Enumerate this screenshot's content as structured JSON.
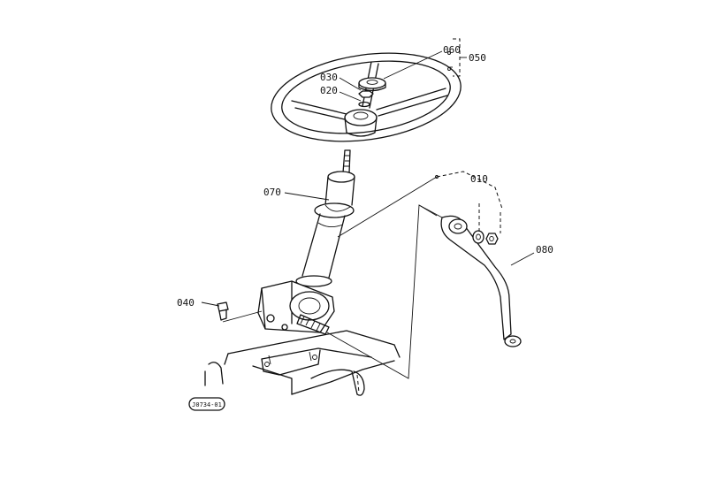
{
  "parts": [
    {
      "id": "p060",
      "label": "060"
    },
    {
      "id": "p050",
      "label": "050"
    },
    {
      "id": "p030",
      "label": "030"
    },
    {
      "id": "p020",
      "label": "020"
    },
    {
      "id": "p070",
      "label": "070"
    },
    {
      "id": "p010",
      "label": "010"
    },
    {
      "id": "p080",
      "label": "080"
    },
    {
      "id": "p040",
      "label": "040"
    }
  ],
  "drawing_code": "J0734-01"
}
